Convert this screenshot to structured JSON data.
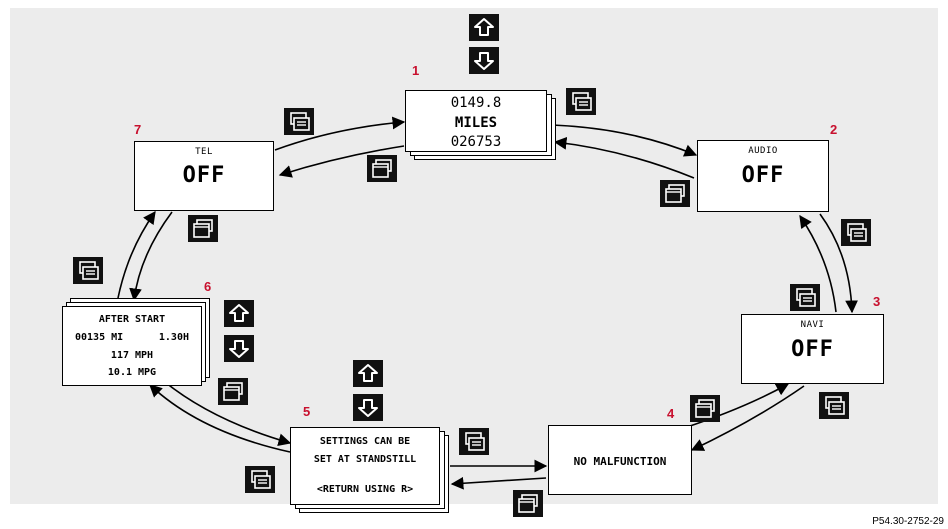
{
  "displays": {
    "d1": {
      "number": "1",
      "line1": "0149.8",
      "line2": "MILES",
      "line3": "026753"
    },
    "d2": {
      "number": "2",
      "label": "AUDIO",
      "value": "OFF"
    },
    "d3": {
      "number": "3",
      "label": "NAVI",
      "value": "OFF"
    },
    "d4": {
      "number": "4",
      "text": "NO MALFUNCTION"
    },
    "d5": {
      "number": "5",
      "line1": "SETTINGS CAN BE",
      "line2": "SET AT STANDSTILL",
      "line3": "<RETURN USING R>"
    },
    "d6": {
      "number": "6",
      "line1": "AFTER START",
      "line2a": "00135 MI",
      "line2b": "1.30H",
      "line3": "117 MPH",
      "line4": "10.1 MPG"
    },
    "d7": {
      "number": "7",
      "label": "TEL",
      "value": "OFF"
    }
  },
  "icons": {
    "up_button": "arrow-up-icon",
    "down_button": "arrow-down-icon",
    "next_button": "page-forward-icon",
    "back_button": "page-back-icon"
  },
  "colors": {
    "number": "#c8102e",
    "background": "#ececec",
    "button": "#111111"
  },
  "caption": "P54.30-2752-29"
}
